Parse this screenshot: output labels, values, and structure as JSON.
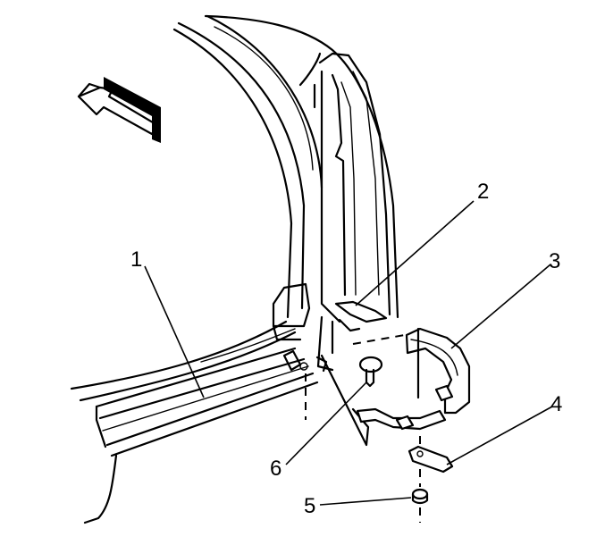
{
  "callouts": {
    "c1": "1",
    "c2": "2",
    "c3": "3",
    "c4": "4",
    "c5": "5",
    "c6": "6"
  },
  "icons": {
    "direction_arrow": "forward-direction-arrow-icon"
  }
}
